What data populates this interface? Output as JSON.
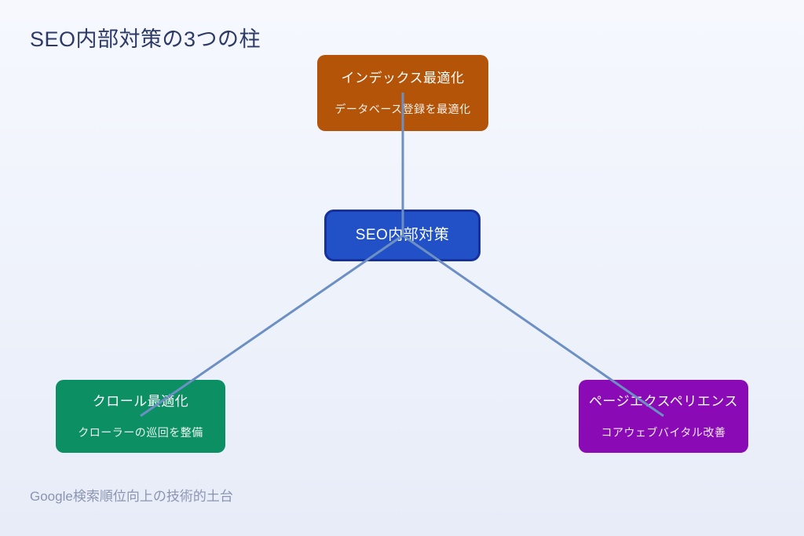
{
  "page": {
    "title": "SEO内部対策の3つの柱",
    "footer": "Google検索順位向上の技術的土台"
  },
  "colors": {
    "background_top": "#f6f8fe",
    "background_bottom": "#e8ecf8",
    "title_text": "#2d3a66",
    "footer_text": "#8a95b2",
    "connector_line": "#6c8fc4",
    "node_text": "#ffffff",
    "node_index_fill": "#b35409",
    "node_center_fill": "#2150c7",
    "node_center_border": "#16309e",
    "node_crawl_fill": "#0b8f63",
    "node_page_fill": "#8a0ab6"
  },
  "diagram": {
    "center": {
      "id": "seo-internal",
      "label": "SEO内部対策"
    },
    "nodes": [
      {
        "id": "index-optimization",
        "title": "インデックス最適化",
        "subtitle": "データベース登録を最適化",
        "color": "#b35409",
        "position": "top"
      },
      {
        "id": "crawl-optimization",
        "title": "クロール最適化",
        "subtitle": "クローラーの巡回を整備",
        "color": "#0b8f63",
        "position": "bottom-left"
      },
      {
        "id": "page-experience",
        "title": "ページエクスペリエンス",
        "subtitle": "コアウェブバイタル改善",
        "color": "#8a0ab6",
        "position": "bottom-right"
      }
    ],
    "edges": [
      {
        "from": "seo-internal",
        "to": "index-optimization"
      },
      {
        "from": "seo-internal",
        "to": "crawl-optimization"
      },
      {
        "from": "seo-internal",
        "to": "page-experience"
      }
    ]
  }
}
